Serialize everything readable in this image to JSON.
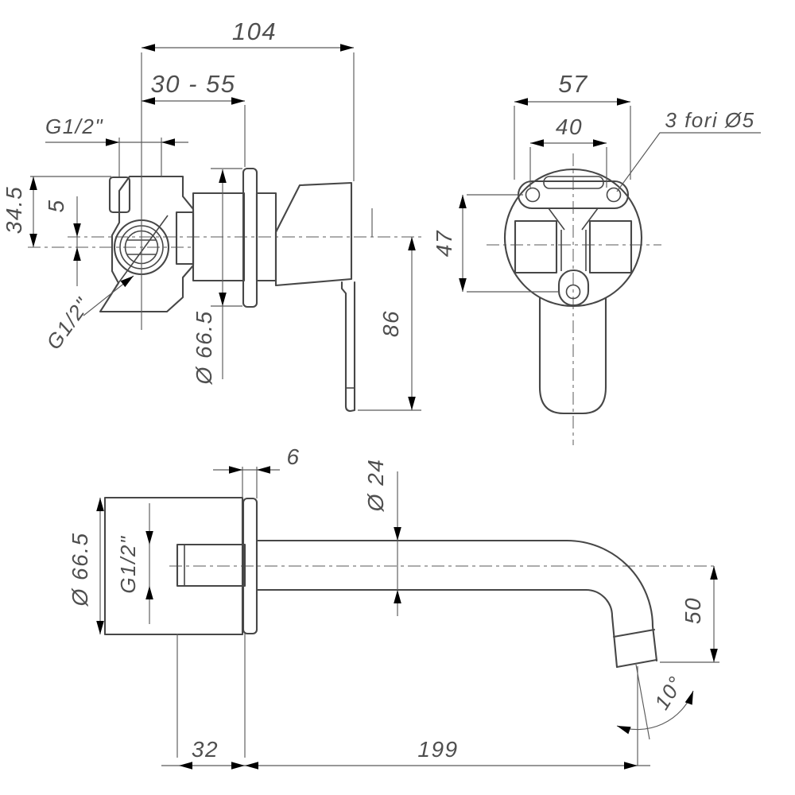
{
  "drawing": {
    "background": "#ffffff",
    "line_color": "#474747",
    "text_color": "#4f4f4f",
    "views": {
      "side_view": {
        "depth": "104",
        "wall_range": "30 - 55",
        "thread_top": "G1/2\"",
        "height_above_axis": "34.5",
        "axis_offset": "5",
        "thread_bottom": "G1/2\"",
        "escutcheon_diameter": "Ø 66.5",
        "handle_length": "86"
      },
      "front_view": {
        "bracket_width": "57",
        "hole_spacing": "40",
        "holes_note": "3 fori Ø5",
        "hole_height": "47"
      },
      "spout_view": {
        "flange_thickness": "6",
        "spout_diameter": "Ø 24",
        "escutcheon_diameter": "Ø 66.5",
        "thread": "G1/2\"",
        "outlet_drop": "50",
        "outlet_angle": "10°",
        "reach": "199",
        "inset": "32"
      }
    }
  }
}
